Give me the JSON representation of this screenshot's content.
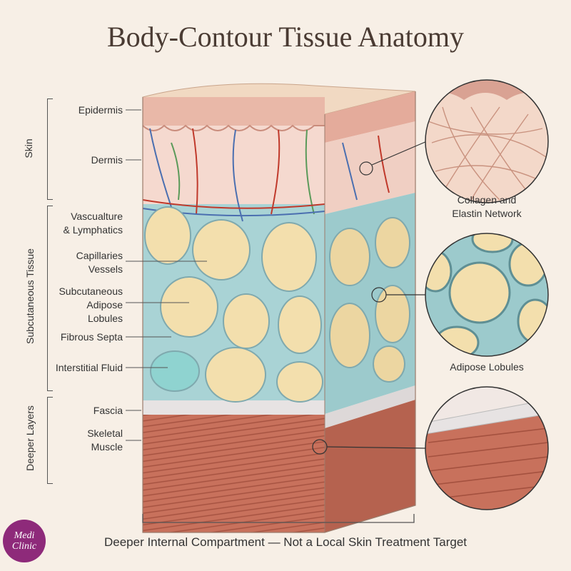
{
  "title": "Body-Contour Tissue Anatomy",
  "groups": {
    "skin": "Skin",
    "subcutaneous": "Subcutaneous Tissue",
    "deeper": "Deeper Layers"
  },
  "labels": {
    "epidermis": "Epidermis",
    "dermis": "Dermis",
    "vasculature_line1": "Vascualture",
    "vasculature_line2": "& Lymphatics",
    "capillaries_line1": "Capillaries",
    "capillaries_line2": "Vessels",
    "adipose_line1": "Subcutaneous",
    "adipose_line2": "Adipose",
    "adipose_line3": "Lobules",
    "septa": "Fibrous Septa",
    "fluid": "Interstitial Fluid",
    "fascia": "Fascia",
    "muscle_line1": "Skeletal",
    "muscle_line2": "Muscle"
  },
  "callouts": {
    "collagen_line1": "Collagen and",
    "collagen_line2": "Elastin Network",
    "adipose": "Adipose Lobules"
  },
  "footer": "Deeper Internal Compartment — Not a Local Skin Treatment Target",
  "logo": {
    "line1": "Medi",
    "line2": "Clinic"
  },
  "colors": {
    "skin": "#f2cfc0",
    "dermis": "#f5d9cf",
    "fat": "#f3dfad",
    "septa": "#a9d3d5",
    "muscle": "#c8715c",
    "fascia": "#e7e3e3"
  }
}
